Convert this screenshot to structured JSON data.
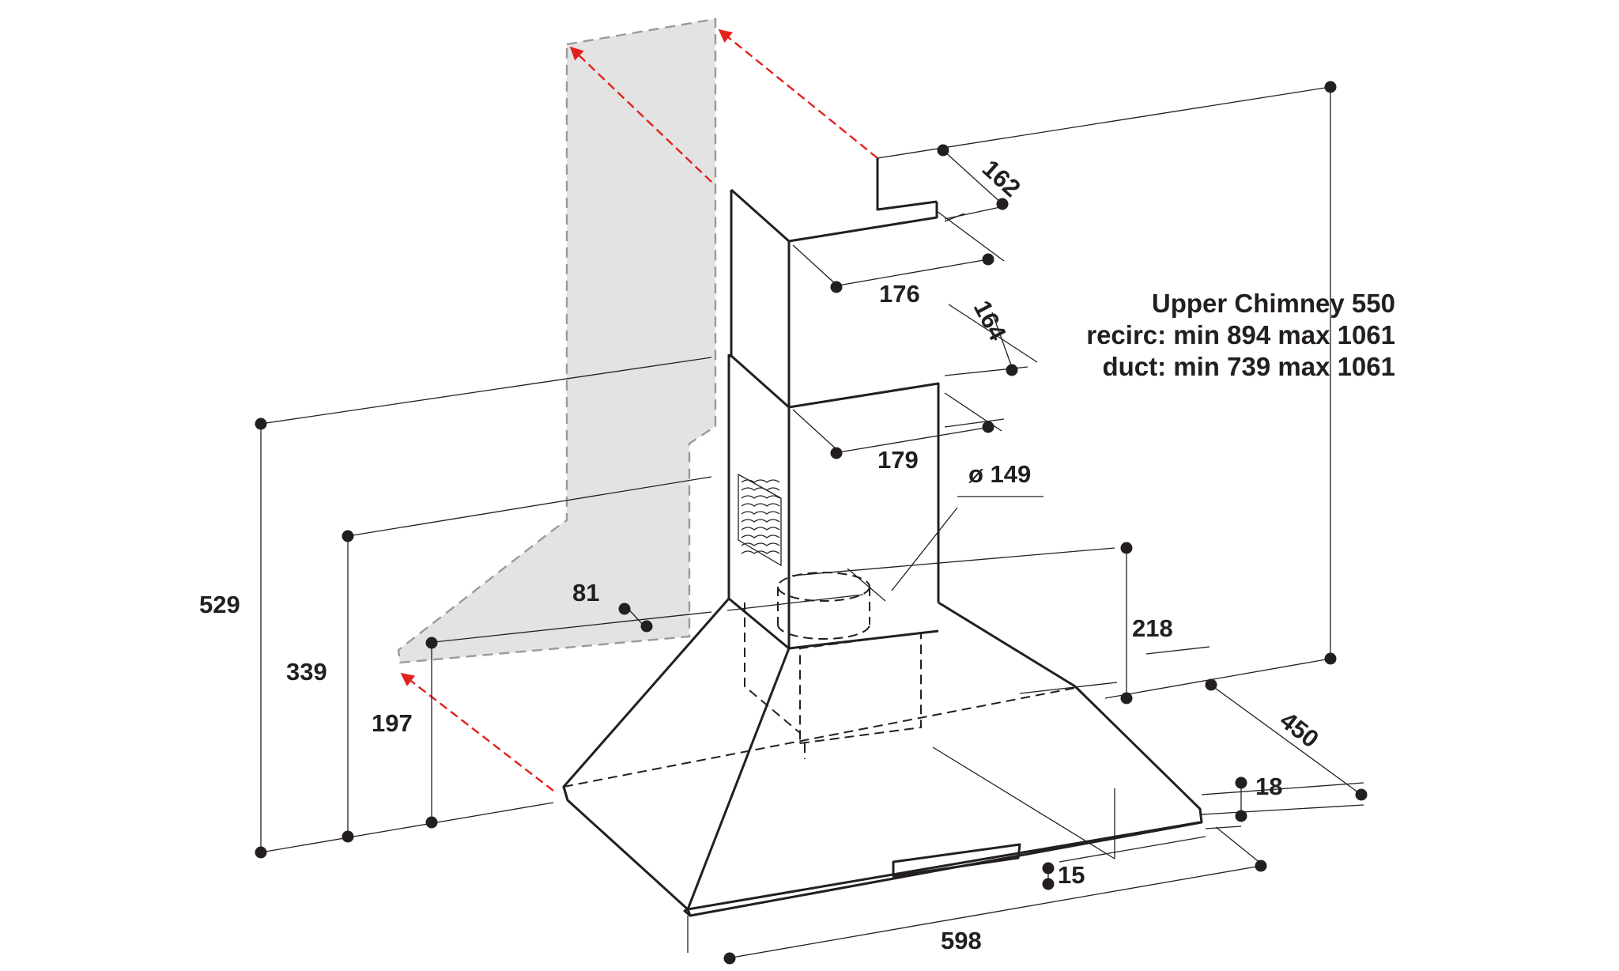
{
  "dimensions": {
    "chimney_depth_top": "162",
    "upper_chimney_width": "176",
    "lower_chimney_depth": "164",
    "lower_chimney_width": "179",
    "outlet_diameter": "ø 149",
    "wall_offset": "81",
    "hood_height": "218",
    "hood_depth": "450",
    "rim_height": "18",
    "control_panel_height": "15",
    "hood_width": "598",
    "total_height_left": "529",
    "mid_height_left": "339",
    "inner_height_left": "197"
  },
  "notes": {
    "line1": "Upper Chimney 550",
    "line2": "recirc: min 894 max 1061",
    "line3": "duct: min 739 max 1061"
  },
  "colors": {
    "outline": "#231f20",
    "wall_fill": "#e3e3e3",
    "arrow_red": "#e2211c"
  }
}
